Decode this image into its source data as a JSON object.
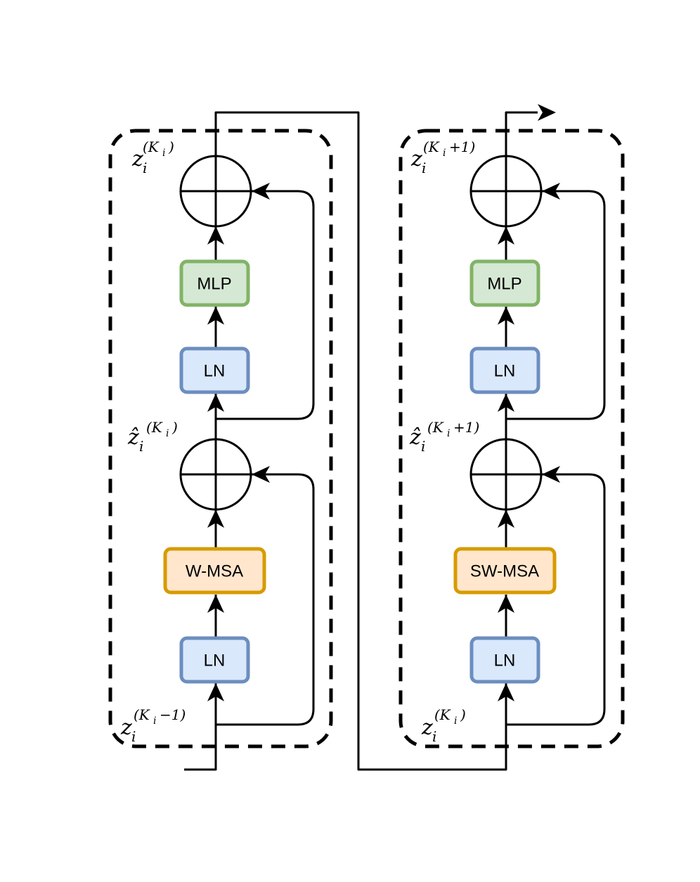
{
  "blocks": [
    {
      "id": "block-1",
      "stages": {
        "norm_bottom": "LN",
        "attention": "W-MSA",
        "norm_top": "LN",
        "mlp": "MLP"
      },
      "labels": {
        "input": {
          "base": "z",
          "sub": "i",
          "sup": "(K",
          "supsub": "i",
          "suptail": "−1)"
        },
        "mid": {
          "base": "ẑ",
          "sub": "i",
          "sup": "(K",
          "supsub": "i",
          "suptail": ")"
        },
        "output": {
          "base": "z",
          "sub": "i",
          "sup": "(K",
          "supsub": "i",
          "suptail": ")"
        }
      }
    },
    {
      "id": "block-2",
      "stages": {
        "norm_bottom": "LN",
        "attention": "SW-MSA",
        "norm_top": "LN",
        "mlp": "MLP"
      },
      "labels": {
        "input": {
          "base": "z",
          "sub": "i",
          "sup": "(K",
          "supsub": "i",
          "suptail": ")"
        },
        "mid": {
          "base": "ẑ",
          "sub": "i",
          "sup": "(K",
          "supsub": "i",
          "suptail": "+1)"
        },
        "output": {
          "base": "z",
          "sub": "i",
          "sup": "(K",
          "supsub": "i",
          "suptail": "+1)"
        }
      }
    }
  ],
  "colors": {
    "ln_fill": "#dae8fc",
    "ln_stroke": "#6c8ebf",
    "mlp_fill": "#d5e8d4",
    "mlp_stroke": "#82b366",
    "msa_fill": "#ffe6cc",
    "msa_stroke": "#d79b00"
  }
}
